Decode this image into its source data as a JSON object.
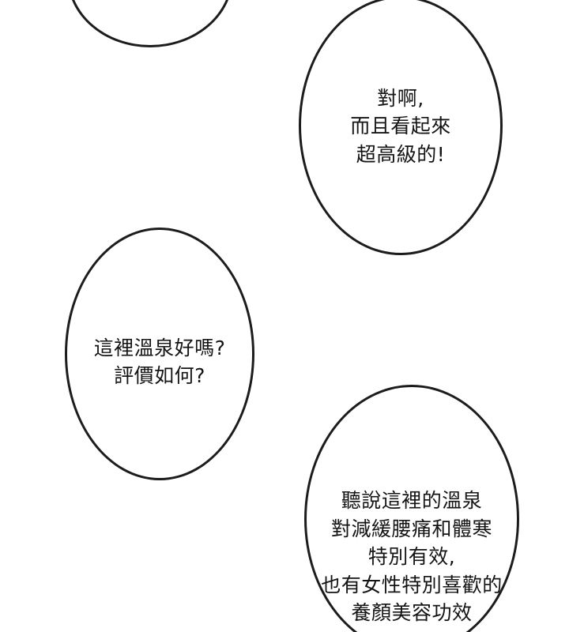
{
  "page": {
    "background_color": "#ffffff",
    "line_color": "#1c1c1c",
    "text_color": "#141414"
  },
  "bubbles": [
    {
      "id": "top-left",
      "text": ""
    },
    {
      "id": "top-right",
      "text": "對啊,\n而且看起來\n超高級的!"
    },
    {
      "id": "mid-left",
      "text": "這裡溫泉好嗎?\n評價如何?"
    },
    {
      "id": "bottom-right",
      "text": "聽說這裡的溫泉\n對減緩腰痛和體寒\n特別有效,\n也有女性特別喜歡的\n養顏美容功效"
    }
  ]
}
